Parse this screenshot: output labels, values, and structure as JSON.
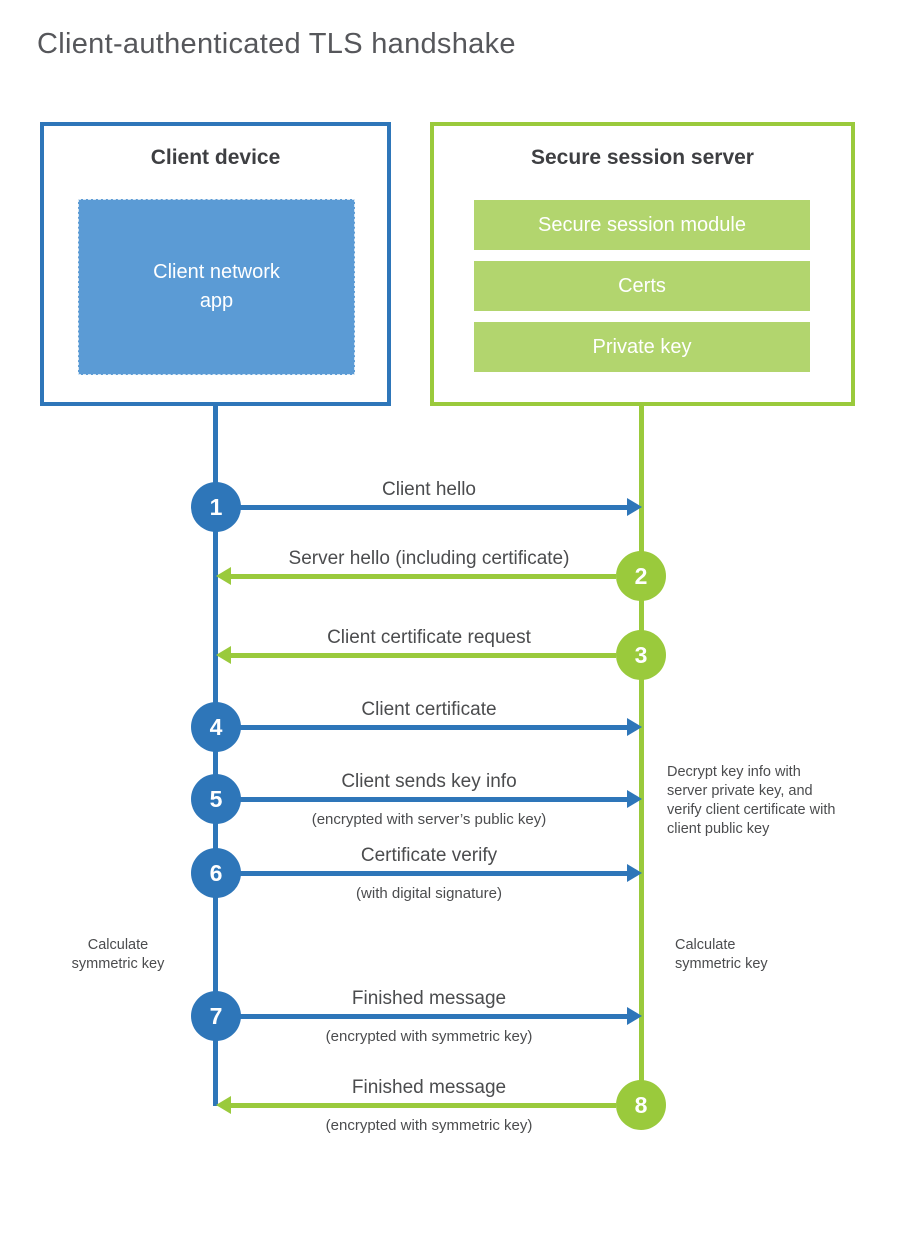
{
  "title": "Client-authenticated TLS handshake",
  "colors": {
    "blue": "#2e76b9",
    "blue_light": "#5b9bd5",
    "green": "#9aca3c",
    "green_light": "#b2d56e"
  },
  "client_box": {
    "title": "Client device",
    "app_lines": [
      "Client network",
      "app"
    ]
  },
  "server_box": {
    "title": "Secure session server",
    "modules": [
      "Secure session module",
      "Certs",
      "Private key"
    ]
  },
  "flows": [
    {
      "step": "1",
      "label": "Client hello",
      "sublabel": "",
      "direction": "client-to-server",
      "color": "blue"
    },
    {
      "step": "2",
      "label": "Server hello (including certificate)",
      "sublabel": "",
      "direction": "server-to-client",
      "color": "green"
    },
    {
      "step": "3",
      "label": "Client certificate request",
      "sublabel": "",
      "direction": "server-to-client",
      "color": "green"
    },
    {
      "step": "4",
      "label": "Client certificate",
      "sublabel": "",
      "direction": "client-to-server",
      "color": "blue"
    },
    {
      "step": "5",
      "label": "Client sends key info",
      "sublabel": "(encrypted with server’s public key)",
      "direction": "client-to-server",
      "color": "blue"
    },
    {
      "step": "6",
      "label": "Certificate verify",
      "sublabel": "(with digital signature)",
      "direction": "client-to-server",
      "color": "blue"
    },
    {
      "step": "7",
      "label": "Finished message",
      "sublabel": "(encrypted with symmetric key)",
      "direction": "client-to-server",
      "color": "blue"
    },
    {
      "step": "8",
      "label": "Finished message",
      "sublabel": "(encrypted with symmetric key)",
      "direction": "server-to-client",
      "color": "green"
    }
  ],
  "notes": {
    "server_note": "Decrypt key info with server private key, and verify client certificate with client public key",
    "calc_left": "Calculate symmetric key",
    "calc_right": "Calculate symmetric key"
  }
}
